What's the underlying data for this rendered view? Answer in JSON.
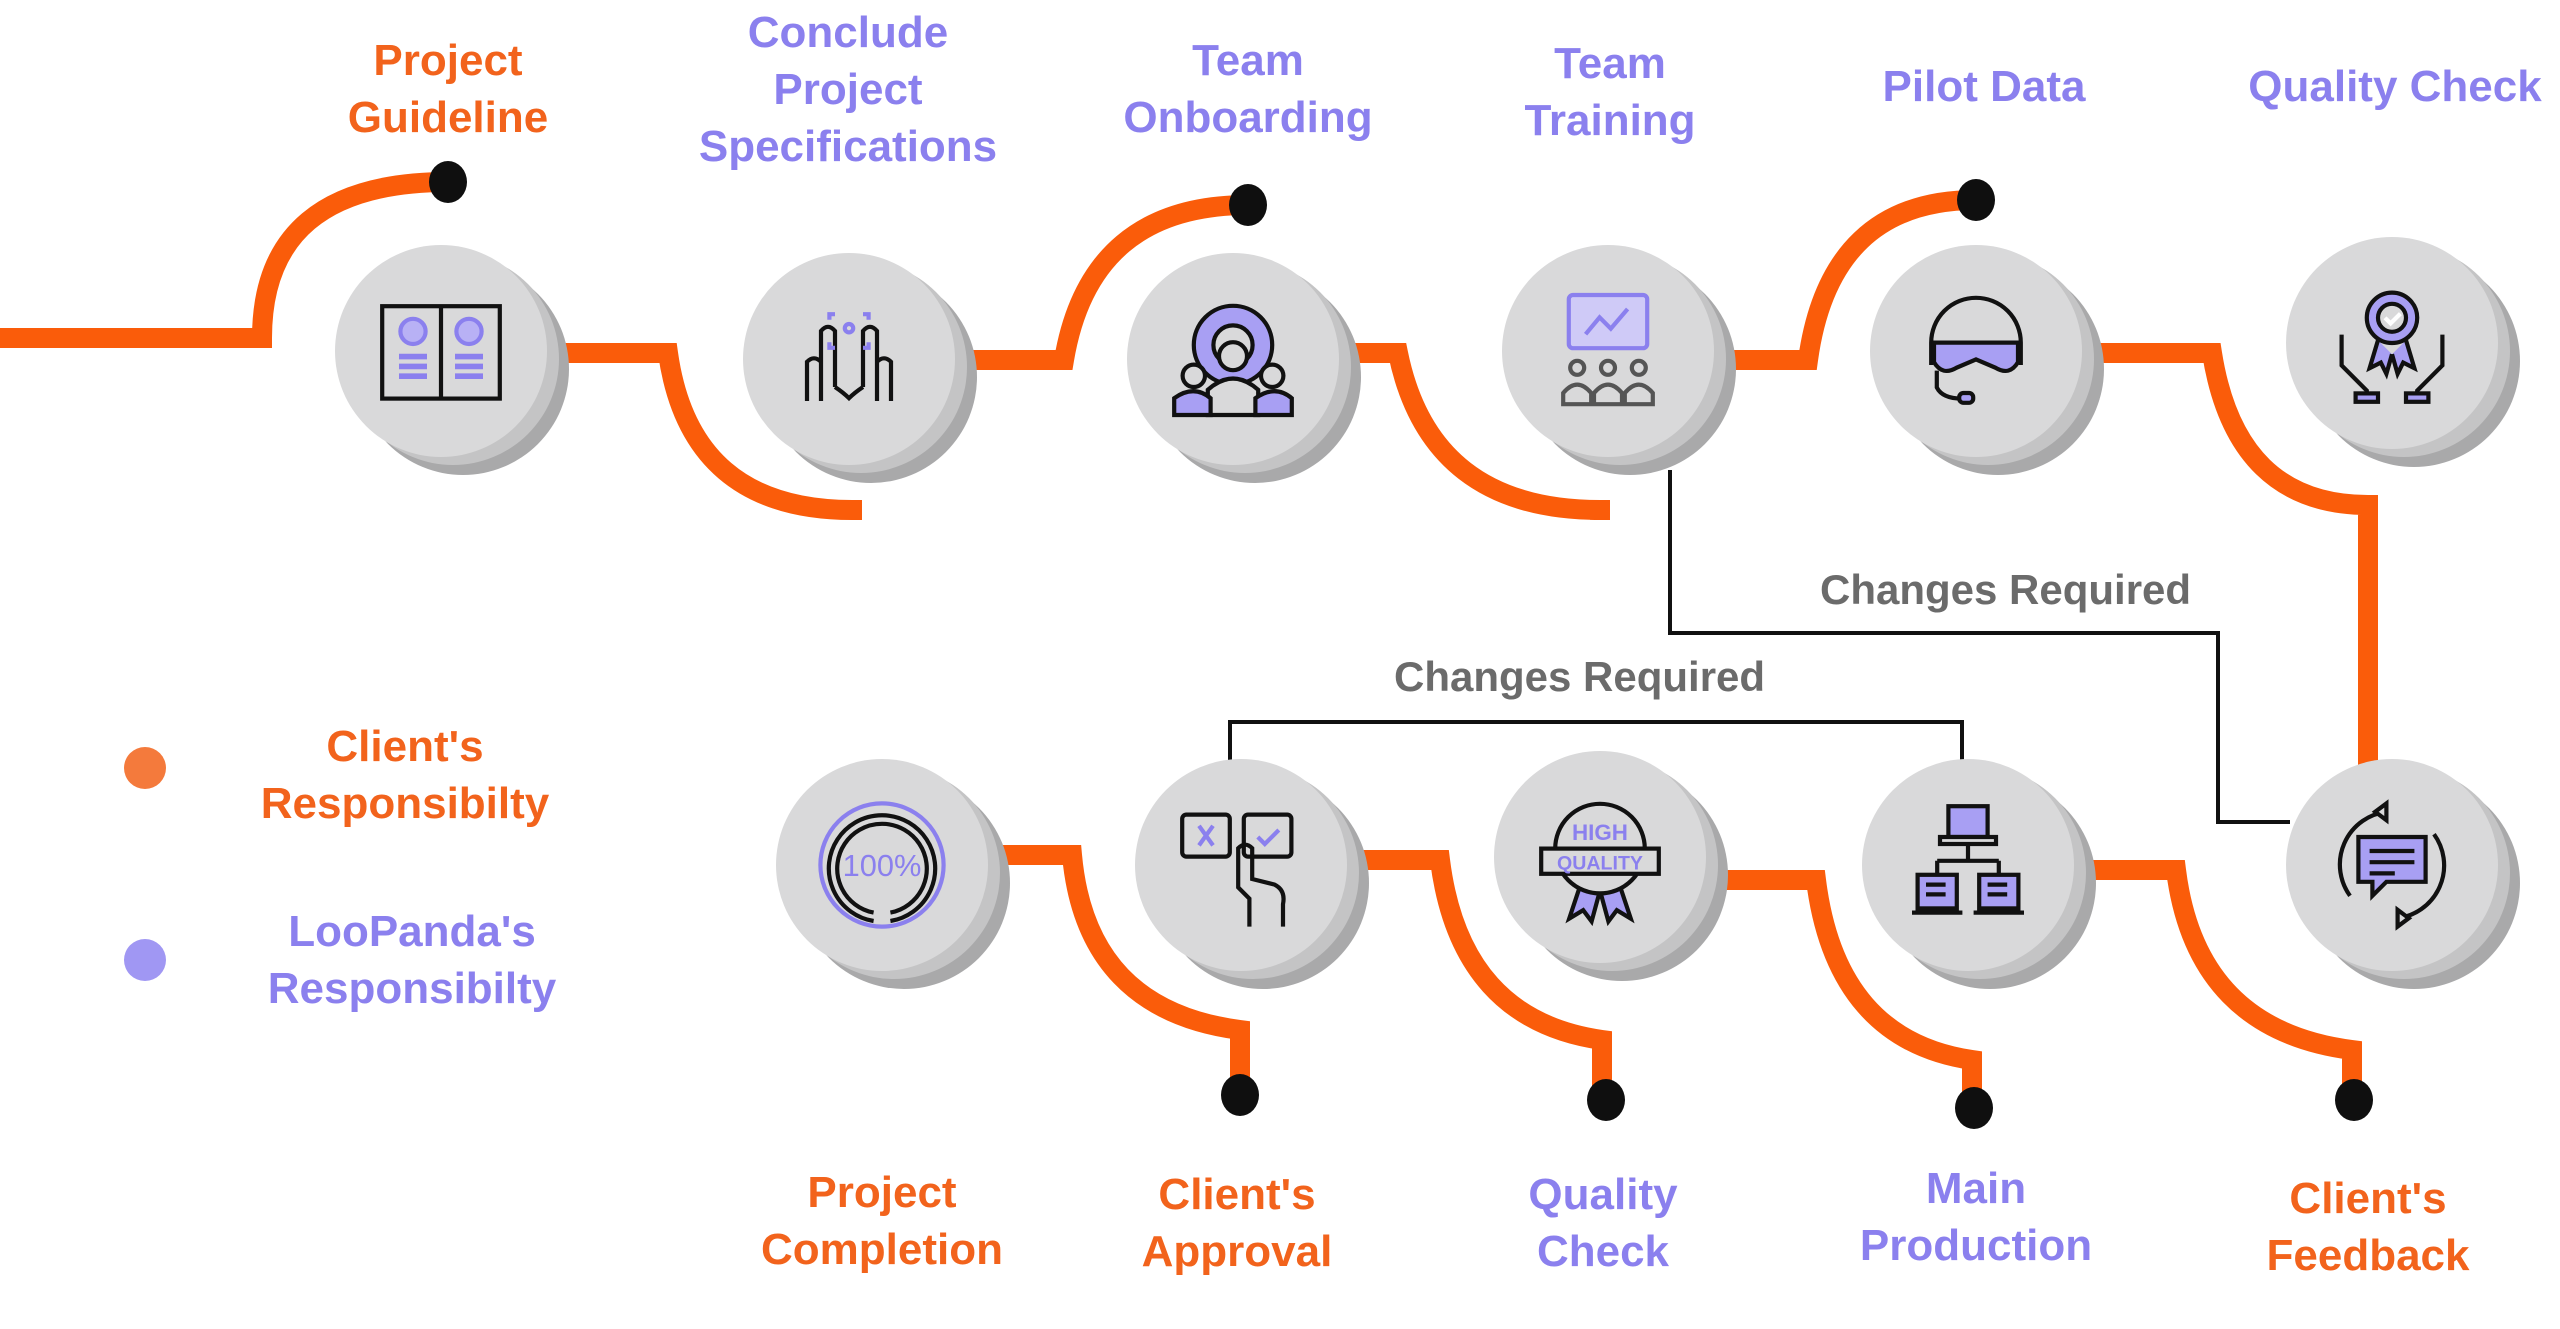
{
  "colors": {
    "client": "#f2631c",
    "loopanda": "#8b80ee",
    "path": "#fa5c0a",
    "endpoint": "#0f0f0f",
    "feedback_line": "#111111",
    "disc": "#d9d9da",
    "changes_text": "#6b6b6b"
  },
  "top_row": [
    {
      "label_lines": [
        "Project",
        "Guideline"
      ],
      "owner": "client",
      "icon": "guideline-book-icon"
    },
    {
      "label_lines": [
        "Conclude",
        "Project",
        "Specifications"
      ],
      "owner": "loopanda",
      "icon": "hands-frame-icon"
    },
    {
      "label_lines": [
        "Team",
        "Onboarding"
      ],
      "owner": "loopanda",
      "icon": "team-gear-icon"
    },
    {
      "label_lines": [
        "Team",
        "Training"
      ],
      "owner": "loopanda",
      "icon": "training-board-icon"
    },
    {
      "label_lines": [
        "Pilot Data"
      ],
      "owner": "loopanda",
      "icon": "pilot-helmet-icon"
    },
    {
      "label_lines": [
        "Quality Check"
      ],
      "owner": "loopanda",
      "icon": "award-hands-icon"
    }
  ],
  "bottom_row": [
    {
      "label_lines": [
        "Project",
        "Completion"
      ],
      "owner": "client",
      "icon": "percent-100-icon"
    },
    {
      "label_lines": [
        "Client's",
        "Approval"
      ],
      "owner": "client",
      "icon": "approval-click-icon"
    },
    {
      "label_lines": [
        "Quality",
        "Check"
      ],
      "owner": "loopanda",
      "icon": "high-quality-badge-icon"
    },
    {
      "label_lines": [
        "Main",
        "Production"
      ],
      "owner": "loopanda",
      "icon": "network-production-icon"
    },
    {
      "label_lines": [
        "Client's",
        "Feedback"
      ],
      "owner": "client",
      "icon": "feedback-cycle-icon"
    }
  ],
  "feedback_loops": [
    {
      "label": "Changes Required",
      "from": "Client's Feedback",
      "to": "Team Training"
    },
    {
      "label": "Changes Required",
      "from": "Client's Approval",
      "to": "Main Production"
    }
  ],
  "legend": [
    {
      "label_lines": [
        "Client's",
        "Responsibilty"
      ],
      "owner": "client"
    },
    {
      "label_lines": [
        "LooPanda's",
        "Responsibilty"
      ],
      "owner": "loopanda"
    }
  ]
}
